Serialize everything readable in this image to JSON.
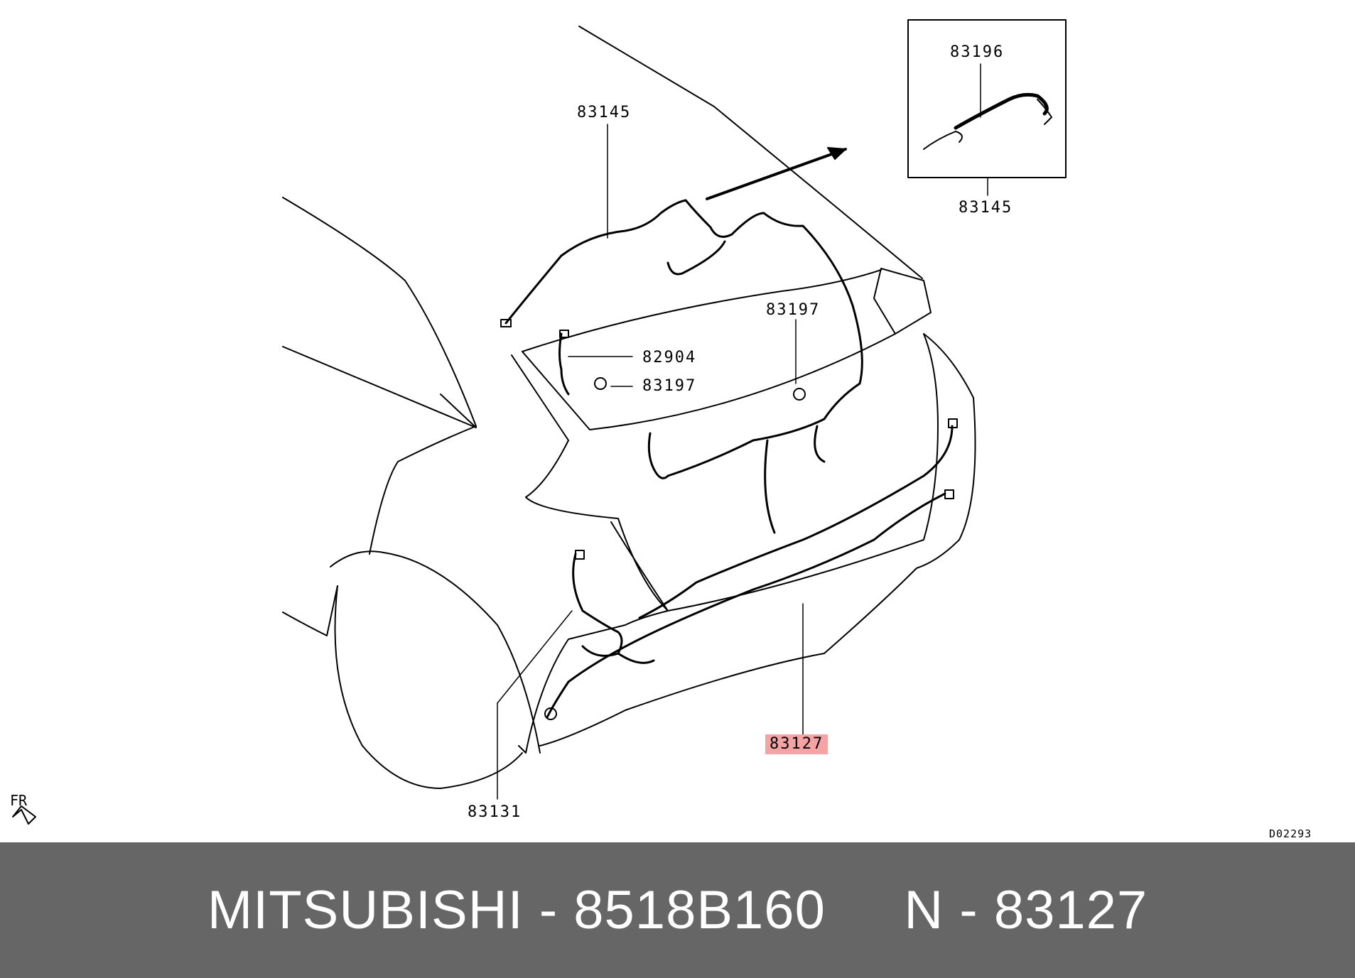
{
  "diagram": {
    "callouts": {
      "c83145_main": "83145",
      "c82904": "82904",
      "c83197_left": "83197",
      "c83197_right": "83197",
      "c83196": "83196",
      "c83145_inset": "83145",
      "c83127": "83127",
      "c83131": "83131"
    },
    "highlighted_part": "83127",
    "highlight_color": "#f4a4a4",
    "direction_label": "FR",
    "drawing_code": "D02293"
  },
  "footer": {
    "text": "MITSUBISHI - 8518B160     N - 83127",
    "background": "#666666",
    "text_color": "#ffffff"
  }
}
